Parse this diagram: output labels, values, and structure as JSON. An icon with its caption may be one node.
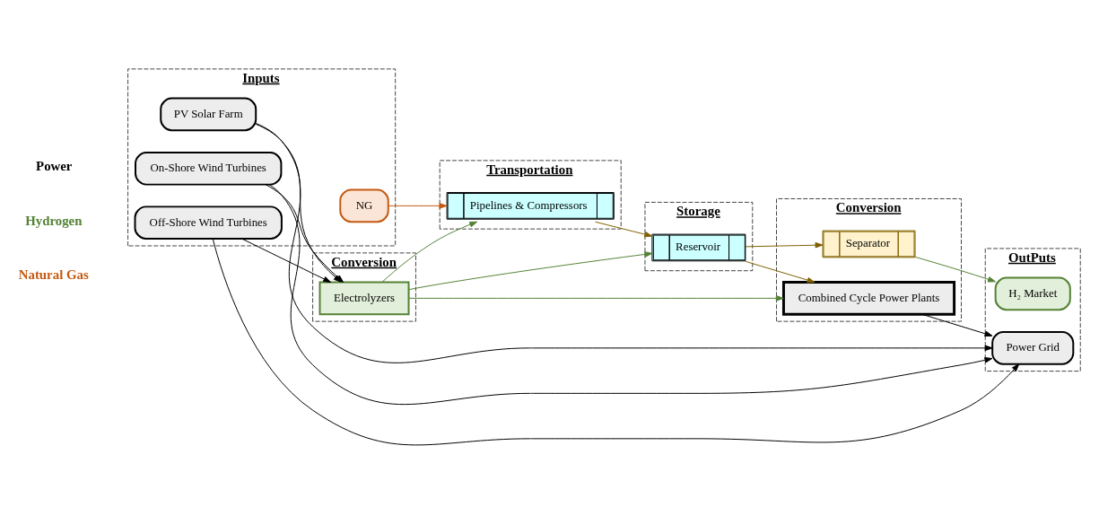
{
  "diagram": {
    "nodes": [
      {
        "text": [
          "Inputs"
        ]
      },
      {
        "text": [
          "Conversion"
        ]
      },
      {
        "text": [
          "Transportation"
        ]
      },
      {
        "text": [
          "Storage"
        ]
      },
      {
        "text": [
          "Conversion"
        ]
      },
      {
        "text": [
          "OutPuts"
        ]
      },
      {
        "text": [
          "On-Shore Wind Turbines"
        ],
        "in": 0
      },
      {
        "text": [
          "Off-Shore Wind Turbines"
        ],
        "in": 0
      },
      {
        "text": [
          "PV Solar Farm"
        ],
        "in": 0
      },
      {
        "text": [
          "NG"
        ],
        "in": 0
      },
      {
        "text": [
          "Electrolyzers"
        ],
        "in": 1
      },
      {
        "text": [
          "Pipelines & Compressors"
        ],
        "in": 2
      },
      {
        "text": [
          "Reservoir"
        ],
        "in": 3
      },
      {
        "text": [
          "Combined Cycle Power Plants"
        ],
        "in": 4
      },
      {
        "text": [
          "Separator"
        ],
        "in": 4
      },
      {
        "text": [
          "Power Grid"
        ],
        "in": 5
      },
      {
        "text": [
          "H₂ Market"
        ],
        "in": 5
      }
    ],
    "edges": [
      {
        "from": 6,
        "to": 15,
        "arrow": "to"
      },
      {
        "from": 6,
        "to": 10,
        "arrow": "to"
      },
      {
        "from": 7,
        "to": 15,
        "arrow": "to"
      },
      {
        "from": 7,
        "to": 10,
        "arrow": "to"
      },
      {
        "from": 8,
        "to": 15,
        "arrow": "to"
      },
      {
        "from": 8,
        "to": 10,
        "arrow": "to"
      },
      {
        "from": 9,
        "to": 11,
        "arrow": "to",
        "color": "#c55a11"
      },
      {
        "from": 10,
        "to": 11,
        "arrow": "to",
        "color": "#548235"
      },
      {
        "from": 10,
        "to": 12,
        "arrow": "to",
        "color": "#548235"
      },
      {
        "from": 10,
        "to": 13,
        "arrow": "to",
        "color": "#548235"
      },
      {
        "from": 11,
        "to": 12,
        "arrow": "to",
        "color": "#7f6000"
      },
      {
        "from": 12,
        "to": 13,
        "arrow": "to",
        "color": "#7f6000"
      },
      {
        "from": 12,
        "to": 14,
        "arrow": "to",
        "color": "#7f6000"
      },
      {
        "from": 13,
        "to": 15,
        "arrow": "to"
      },
      {
        "from": 14,
        "to": 16,
        "arrow": "to",
        "color": "#548235"
      }
    ],
    "labels": [
      "Power",
      "Hydrogen",
      "Natural Gas"
    ]
  }
}
